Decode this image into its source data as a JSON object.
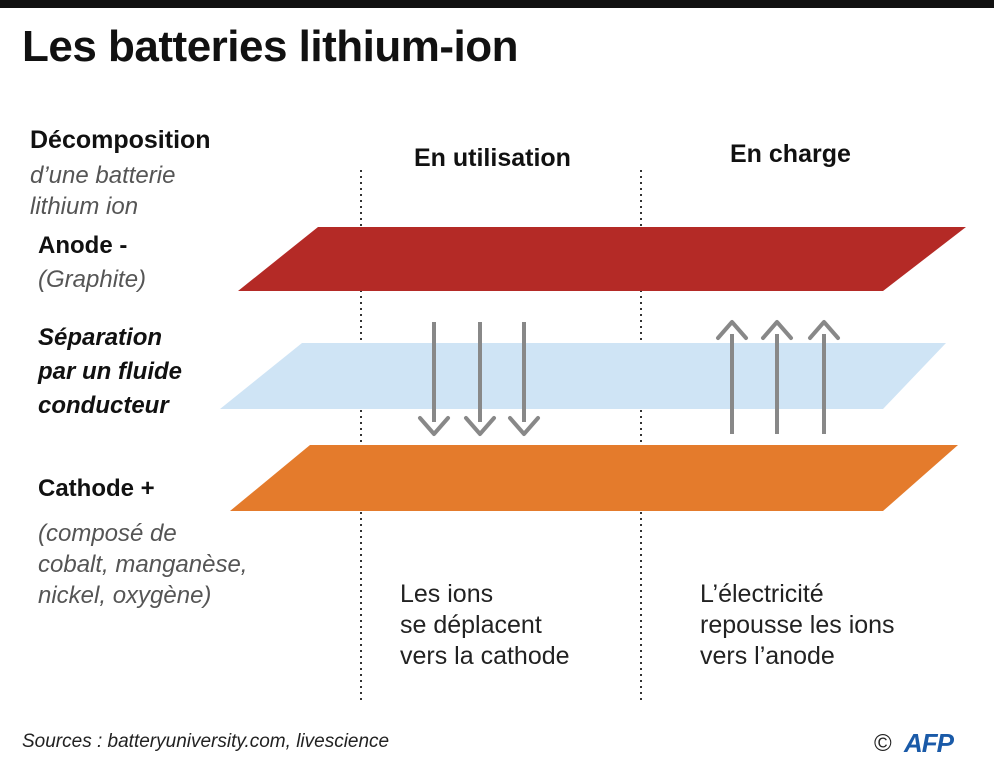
{
  "title": "Les batteries lithium-ion",
  "legend": {
    "heading": "Décomposition",
    "subheading": "d’une batterie lithium ion"
  },
  "columns": {
    "use": "En utilisation",
    "charge": "En charge"
  },
  "layers": {
    "anode": {
      "name": "Anode -",
      "detail": "(Graphite)",
      "color": "#b42a26"
    },
    "separator": {
      "name_lines": [
        "Séparation",
        "par un fluide",
        "conducteur"
      ],
      "color": "#cfe4f5"
    },
    "cathode": {
      "name": "Cathode +",
      "detail_lines": [
        "(composé de",
        "cobalt, manganèse,",
        "nickel, oxygène)"
      ],
      "color": "#e47b2c"
    }
  },
  "arrow_color": "#888888",
  "notes": {
    "use": [
      "Les ions",
      "se déplacent",
      "vers la cathode"
    ],
    "charge": [
      "L’électricité",
      "repousse les ions",
      "vers l’anode"
    ]
  },
  "footer": {
    "sources": "Sources : batteryuniversity.com, livescience",
    "copyright": "©",
    "agency": "AFP"
  }
}
